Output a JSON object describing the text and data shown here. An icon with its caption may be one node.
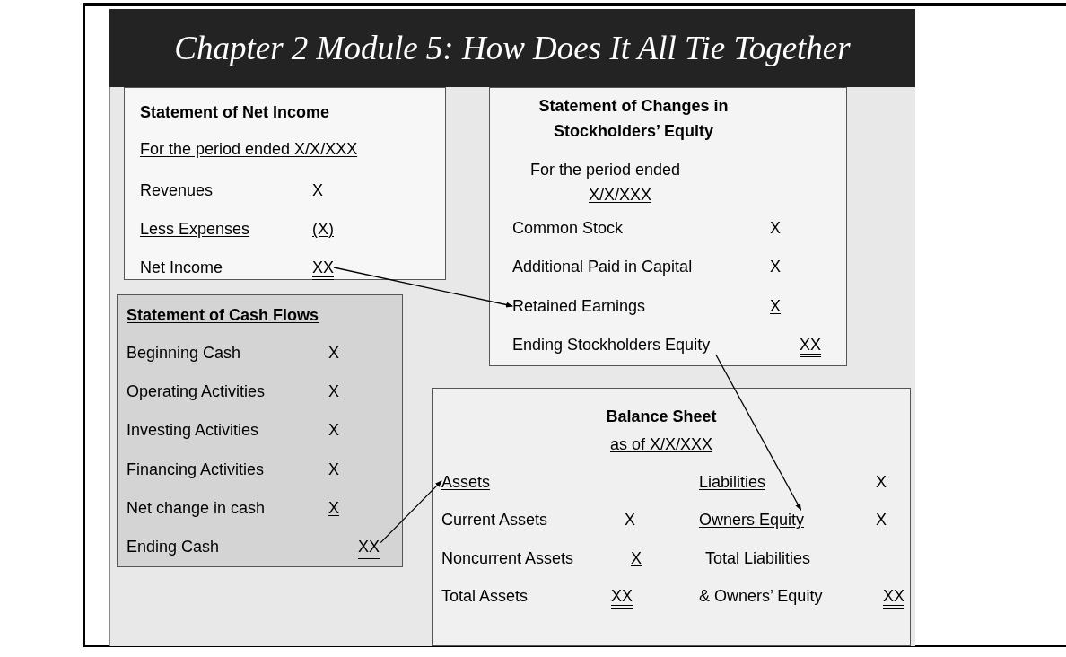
{
  "diagram": {
    "title": "Chapter 2 Module 5:  How Does It All Tie Together",
    "nodes": [
      {
        "text": [
          "Statement of Net Income",
          "For the period ended X/X/XXX",
          "Revenues",
          "X",
          "Less Expenses",
          "(X)",
          "Net Income"
        ]
      },
      {
        "text": [
          "XX"
        ],
        "in": 0
      },
      {
        "text": [
          "Statement of Changes in Stockholders’ Equity",
          "For the period ended",
          "X/X/XXX",
          "Common Stock",
          "X",
          "Additional Paid in Capital",
          "X",
          "X",
          "XX"
        ]
      },
      {
        "text": [
          "Retained Earnings"
        ],
        "in": 2
      },
      {
        "text": [
          "Ending Stockholders Equity"
        ],
        "in": 2
      },
      {
        "text": [
          "Statement of Cash Flows",
          "Beginning Cash",
          "X",
          "Operating Activities",
          "X",
          "Investing Activities",
          "X",
          "Financing Activities",
          "X",
          "Net change in cash",
          "X",
          "Ending Cash"
        ]
      },
      {
        "text": [
          "XX"
        ],
        "in": 5
      },
      {
        "text": [
          "Balance Sheet",
          "as of X/X/XXX",
          "Liabilities",
          "X",
          "Current Assets",
          "X",
          "X",
          "Noncurrent Assets",
          "X",
          "Total Liabilities",
          "Total Assets",
          "XX",
          "& Owners’ Equity",
          "XX"
        ]
      },
      {
        "text": [
          "Assets"
        ],
        "in": 7
      },
      {
        "text": [
          "Owners Equity"
        ],
        "in": 7
      }
    ],
    "edges": [
      {
        "from": 1,
        "to": 3,
        "arrow": "to"
      },
      {
        "from": 6,
        "to": 8,
        "arrow": "to"
      },
      {
        "from": 4,
        "to": 9,
        "arrow": "to"
      }
    ]
  }
}
